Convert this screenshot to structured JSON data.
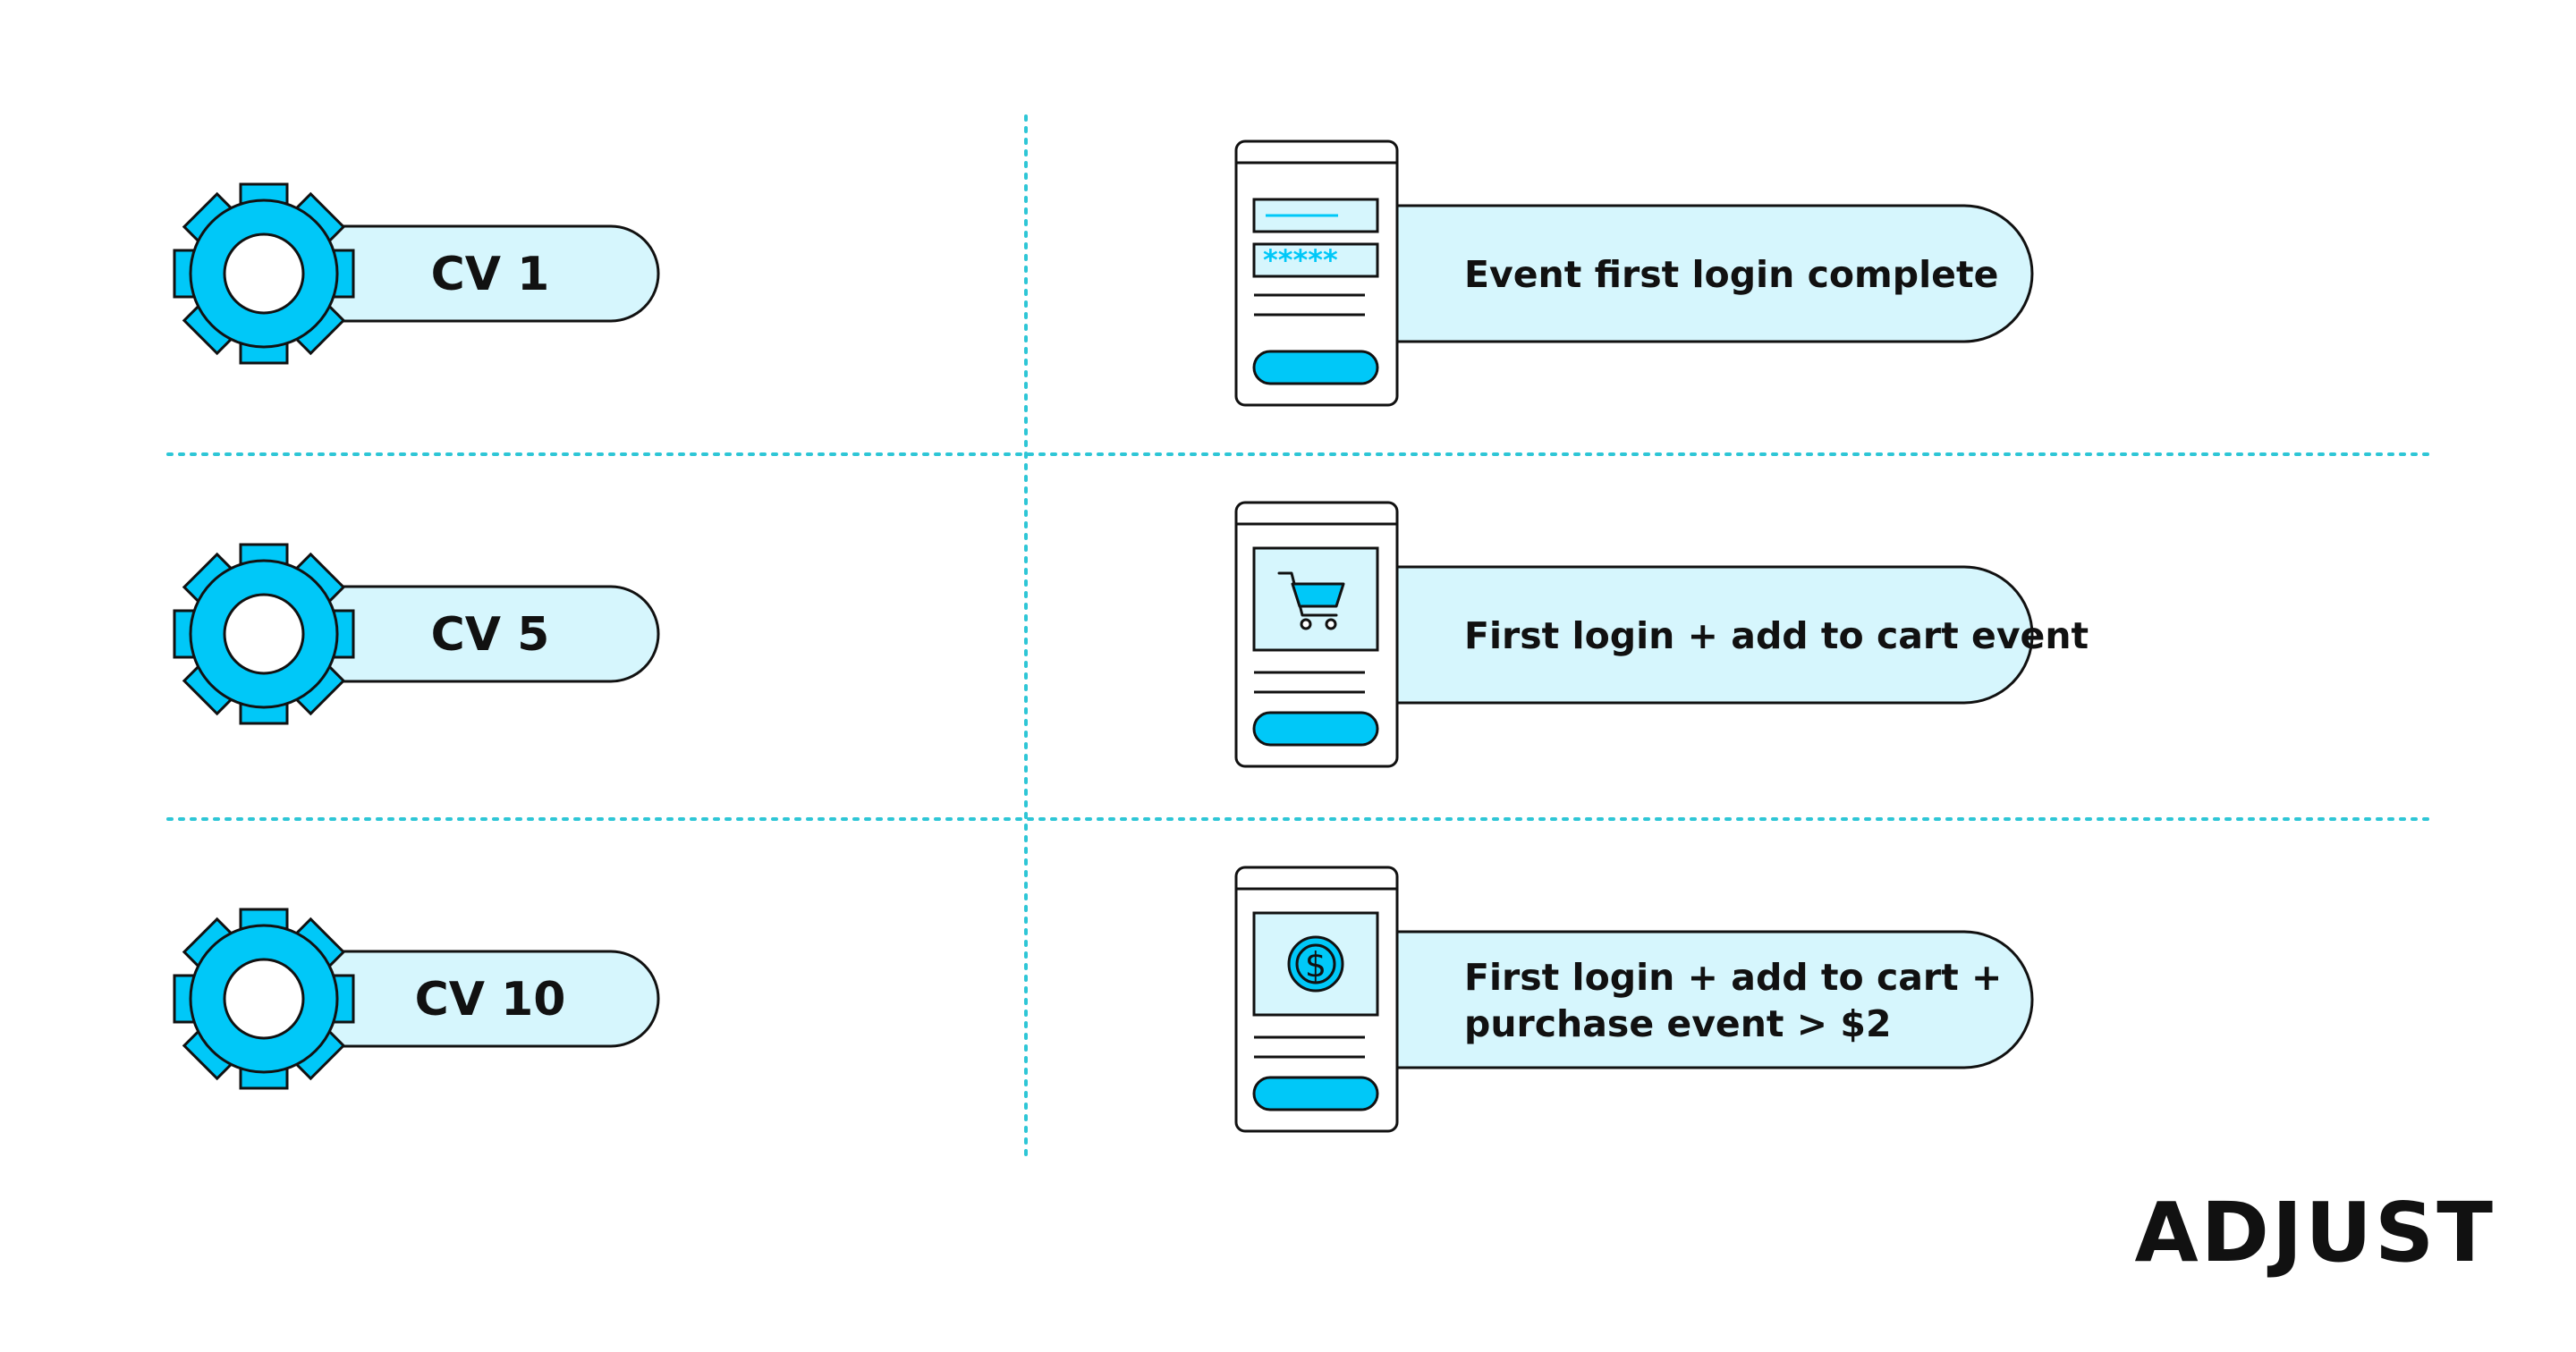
{
  "colors": {
    "accent": "#00c8f8",
    "pill_fill": "#d6f6fd",
    "outline": "#111111",
    "divider": "#2ec6d6",
    "background": "#ffffff"
  },
  "rows": [
    {
      "cv_label": "CV 1",
      "screen_icon": "login-form-icon",
      "event_lines": [
        "Event first login complete"
      ]
    },
    {
      "cv_label": "CV 5",
      "screen_icon": "shopping-cart-icon",
      "event_lines": [
        "First login + add to cart event"
      ]
    },
    {
      "cv_label": "CV 10",
      "screen_icon": "dollar-coin-icon",
      "event_lines": [
        "First login + add to cart +",
        "purchase event > $2"
      ]
    }
  ],
  "login_form": {
    "password_mask": "*****"
  },
  "coin_symbol": "$",
  "logo": {
    "text": "ADJUST"
  }
}
